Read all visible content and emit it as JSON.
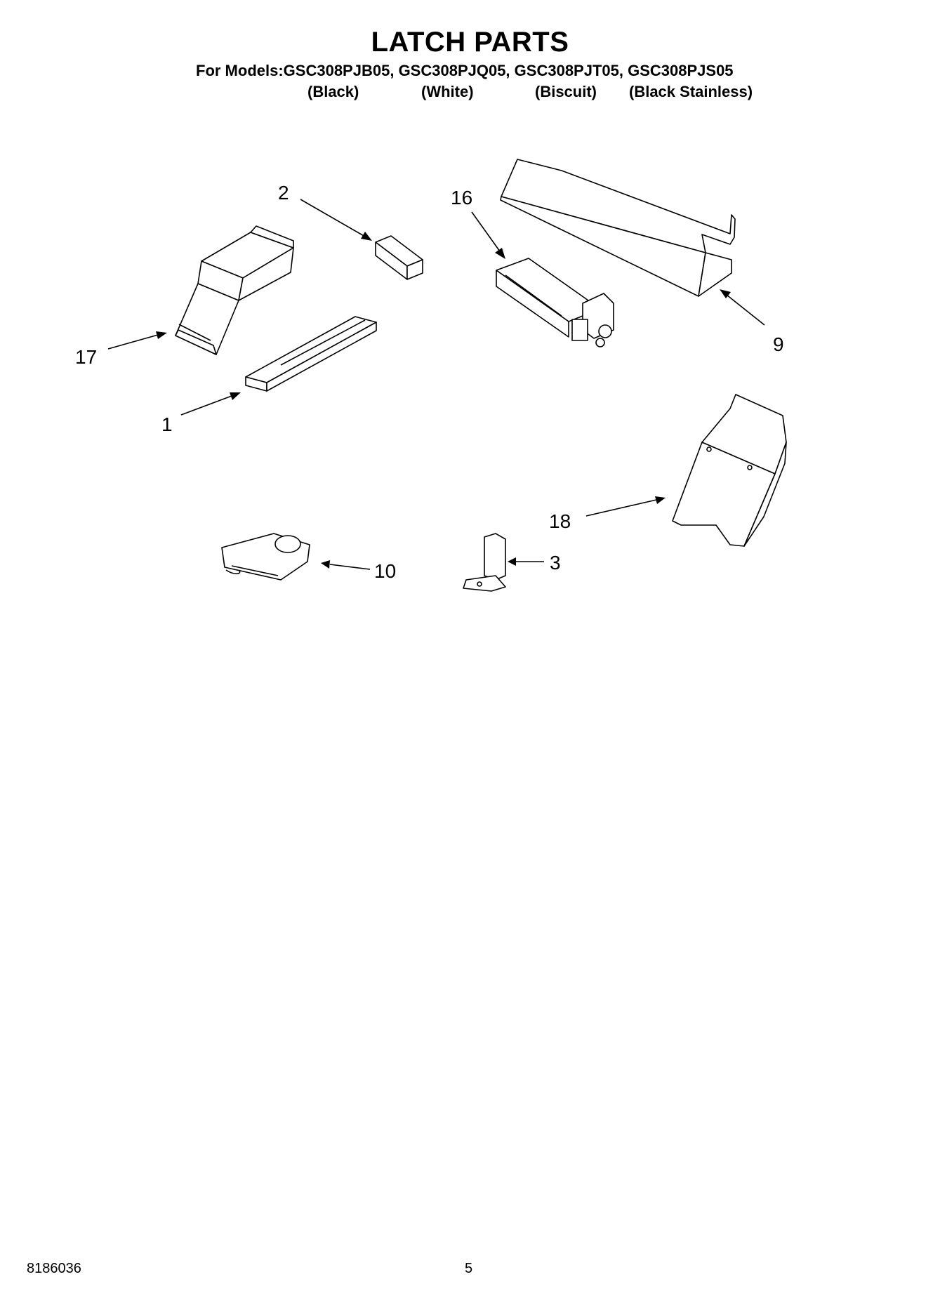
{
  "title": "LATCH PARTS",
  "models_prefix": "For Models:",
  "models": [
    "GSC308PJB05,",
    "GSC308PJQ05,",
    "GSC308PJT05,",
    "GSC308PJS05"
  ],
  "colors": [
    "(Black)",
    "(White)",
    "(Biscuit)",
    "(Black Stainless)"
  ],
  "callouts": {
    "c1": "1",
    "c2": "2",
    "c3": "3",
    "c9": "9",
    "c10": "10",
    "c16": "16",
    "c17": "17",
    "c18": "18"
  },
  "footer": {
    "doc_number": "8186036",
    "page_number": "5"
  }
}
